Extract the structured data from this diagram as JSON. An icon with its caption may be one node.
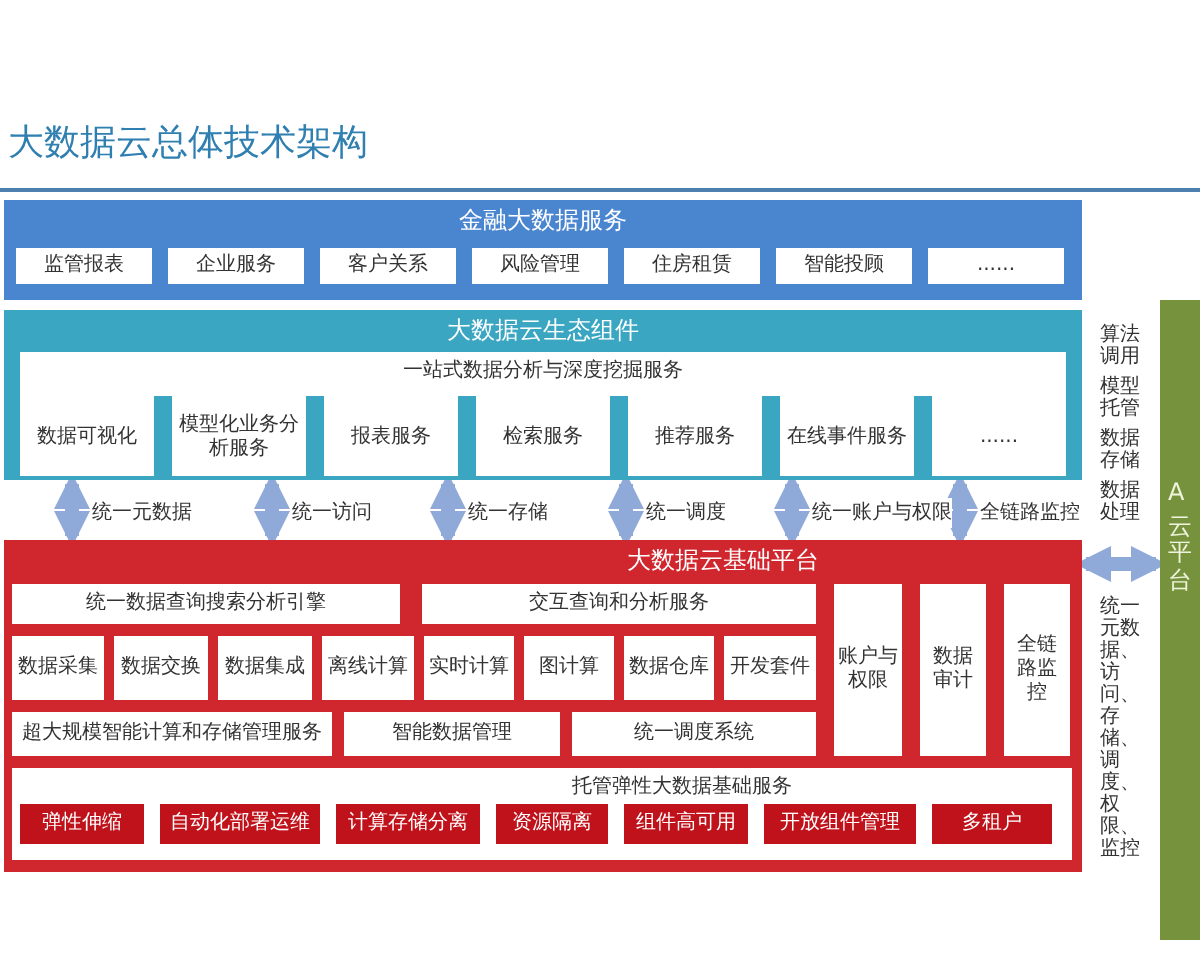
{
  "diagram": {
    "title": "大数据云总体技术架构",
    "nodes": [
      {
        "text": [
          "金融大数据服务"
        ]
      },
      {
        "text": [
          "监管报表"
        ],
        "in": 0
      },
      {
        "text": [
          "企业服务"
        ],
        "in": 0
      },
      {
        "text": [
          "客户关系"
        ],
        "in": 0
      },
      {
        "text": [
          "风险管理"
        ],
        "in": 0
      },
      {
        "text": [
          "住房租赁"
        ],
        "in": 0
      },
      {
        "text": [
          "智能投顾"
        ],
        "in": 0
      },
      {
        "text": [
          "......"
        ],
        "in": 0
      },
      {
        "text": [
          "大数据云生态组件"
        ]
      },
      {
        "text": [
          "一站式数据分析与深度挖掘服务"
        ],
        "in": 8
      },
      {
        "text": [
          "数据可视化"
        ],
        "in": 9
      },
      {
        "text": [
          "模型化业务分析服务"
        ],
        "in": 9
      },
      {
        "text": [
          "报表服务"
        ],
        "in": 9
      },
      {
        "text": [
          "检索服务"
        ],
        "in": 9
      },
      {
        "text": [
          "推荐服务"
        ],
        "in": 9
      },
      {
        "text": [
          "在线事件服务"
        ],
        "in": 9
      },
      {
        "text": [
          "......"
        ],
        "in": 9
      },
      {
        "text": [
          "大数据云基础平台"
        ]
      },
      {
        "text": [
          "统一数据查询搜索分析引擎"
        ],
        "in": 17
      },
      {
        "text": [
          "交互查询和分析服务"
        ],
        "in": 17
      },
      {
        "text": [
          "数据采集"
        ],
        "in": 17
      },
      {
        "text": [
          "数据交换"
        ],
        "in": 17
      },
      {
        "text": [
          "数据集成"
        ],
        "in": 17
      },
      {
        "text": [
          "离线计算"
        ],
        "in": 17
      },
      {
        "text": [
          "实时计算"
        ],
        "in": 17
      },
      {
        "text": [
          "图计算"
        ],
        "in": 17
      },
      {
        "text": [
          "数据仓库"
        ],
        "in": 17
      },
      {
        "text": [
          "开发套件"
        ],
        "in": 17
      },
      {
        "text": [
          "账户与权限"
        ],
        "in": 17
      },
      {
        "text": [
          "数据审计"
        ],
        "in": 17
      },
      {
        "text": [
          "全链路监控"
        ],
        "in": 17
      },
      {
        "text": [
          "超大规模智能计算和存储管理服务"
        ],
        "in": 17
      },
      {
        "text": [
          "智能数据管理"
        ],
        "in": 17
      },
      {
        "text": [
          "统一调度系统"
        ],
        "in": 17
      },
      {
        "text": [
          "托管弹性大数据基础服务"
        ],
        "in": 17
      },
      {
        "text": [
          "弹性伸缩"
        ],
        "in": 34
      },
      {
        "text": [
          "自动化部署运维"
        ],
        "in": 34
      },
      {
        "text": [
          "计算存储分离"
        ],
        "in": 34
      },
      {
        "text": [
          "资源隔离"
        ],
        "in": 34
      },
      {
        "text": [
          "组件高可用"
        ],
        "in": 34
      },
      {
        "text": [
          "开放组件管理"
        ],
        "in": 34
      },
      {
        "text": [
          "多租户"
        ],
        "in": 34
      },
      {
        "text": [
          "A",
          "云平台"
        ]
      }
    ],
    "edges": [
      {
        "from": 8,
        "to": 17,
        "arrow": "both",
        "label": "统一元数据"
      },
      {
        "from": 8,
        "to": 17,
        "arrow": "both",
        "label": "统一访问"
      },
      {
        "from": 8,
        "to": 17,
        "arrow": "both",
        "label": "统一存储"
      },
      {
        "from": 8,
        "to": 17,
        "arrow": "both",
        "label": "统一调度"
      },
      {
        "from": 8,
        "to": 17,
        "arrow": "both",
        "label": "统一账户与权限"
      },
      {
        "from": 8,
        "to": 17,
        "arrow": "both",
        "label": "全链路监控"
      },
      {
        "from": 17,
        "to": 42,
        "arrow": "both"
      }
    ],
    "labels": [
      "算法调用",
      "模型托管",
      "数据存储",
      "数据处理",
      "统一元数据、访问、存储、调度、权限、监控"
    ]
  }
}
